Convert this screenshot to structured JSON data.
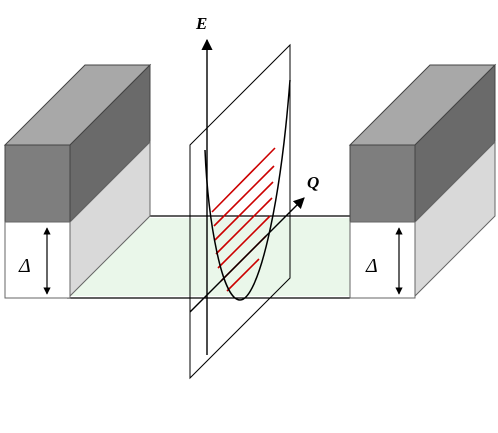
{
  "labels": {
    "energy_axis": "E",
    "momentum_axis": "Q",
    "gap_left": "Δ",
    "gap_right": "Δ"
  },
  "colors": {
    "block_top": "#a8a8a8",
    "block_upper_front": "#7e7e7e",
    "block_upper_side": "#6a6a6a",
    "block_lower_front": "#ffffff",
    "block_lower_side": "#d9d9d9",
    "channel_fill": "#eaf7ea",
    "hatch": "#cc0000",
    "outline": "#000000"
  }
}
